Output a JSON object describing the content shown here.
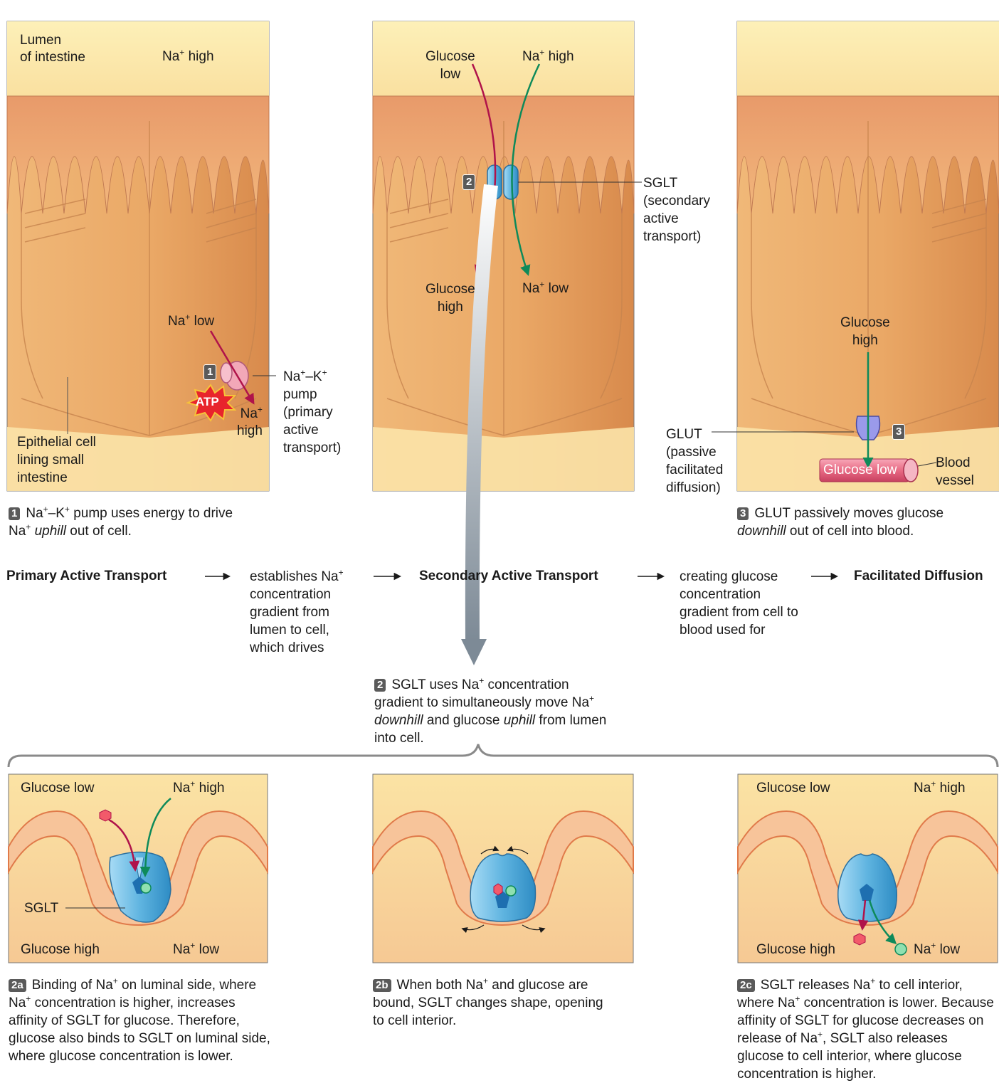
{
  "panels": {
    "primary": {
      "lumen": "Lumen\nof intestine",
      "na_high": "Na+ high",
      "na_low": "Na+ low",
      "na_high_cell": "Na+\nhigh",
      "atp": "ATP",
      "pump_label": "Na+–K+\npump\n(primary\nactive\ntransport)",
      "epithelial": "Epithelial cell\nlining small\nintestine",
      "badge": "1",
      "caption": "Na+–K+ pump uses energy to drive Na+ uphill out of cell."
    },
    "secondary": {
      "glucose_low": "Glucose\nlow",
      "na_high": "Na+ high",
      "glucose_high": "Glucose\nhigh",
      "na_low": "Na+ low",
      "badge": "2",
      "sglt_label": "SGLT\n(secondary\nactive\ntransport)"
    },
    "facilitated": {
      "glucose_high": "Glucose\nhigh",
      "glucose_low": "Glucose low",
      "glut_label": "GLUT\n(passive\nfacilitated\ndiffusion)",
      "blood_vessel": "Blood\nvessel",
      "badge": "3",
      "caption": "GLUT passively moves glucose downhill out of cell into blood."
    }
  },
  "flow": {
    "primary": "Primary Active Transport",
    "establishes": "establishes Na+ concentration gradient from lumen to cell, which drives",
    "secondary": "Secondary Active Transport",
    "creating": "creating glucose concentration gradient from cell to blood used for",
    "facilitated": "Facilitated Diffusion"
  },
  "sglt_caption": {
    "badge": "2",
    "text": "SGLT uses Na+ concentration gradient to simultaneously move Na+ downhill and glucose uphill from lumen into cell."
  },
  "detail": {
    "a": {
      "glucose_low": "Glucose low",
      "na_high": "Na+ high",
      "sglt": "SGLT",
      "glucose_high": "Glucose high",
      "na_low": "Na+ low",
      "badge": "2a",
      "caption": "Binding of Na+ on luminal side, where Na+ concentration is higher, increases affinity of SGLT for glucose. Therefore, glucose also binds to SGLT on luminal side, where glucose concentration is lower."
    },
    "b": {
      "badge": "2b",
      "caption": "When both Na+ and glucose are bound, SGLT changes shape, opening to cell interior."
    },
    "c": {
      "glucose_low": "Glucose low",
      "na_high": "Na+ high",
      "glucose_high": "Glucose high",
      "na_low": "Na+ low",
      "badge": "2c",
      "caption": "SGLT releases Na+ to cell interior, where Na+ concentration is lower. Because affinity of SGLT for glucose decreases on release of Na+, SGLT also releases glucose to cell interior, where glucose concentration is higher."
    }
  },
  "colors": {
    "lumen": "#fbe6a6",
    "cell": "#e8a860",
    "glucose": "#b0134a",
    "sodium": "#0e8a5a",
    "sglt": "#5fb4e0",
    "glut": "#8f8fe0",
    "blood": "#e86a84"
  }
}
